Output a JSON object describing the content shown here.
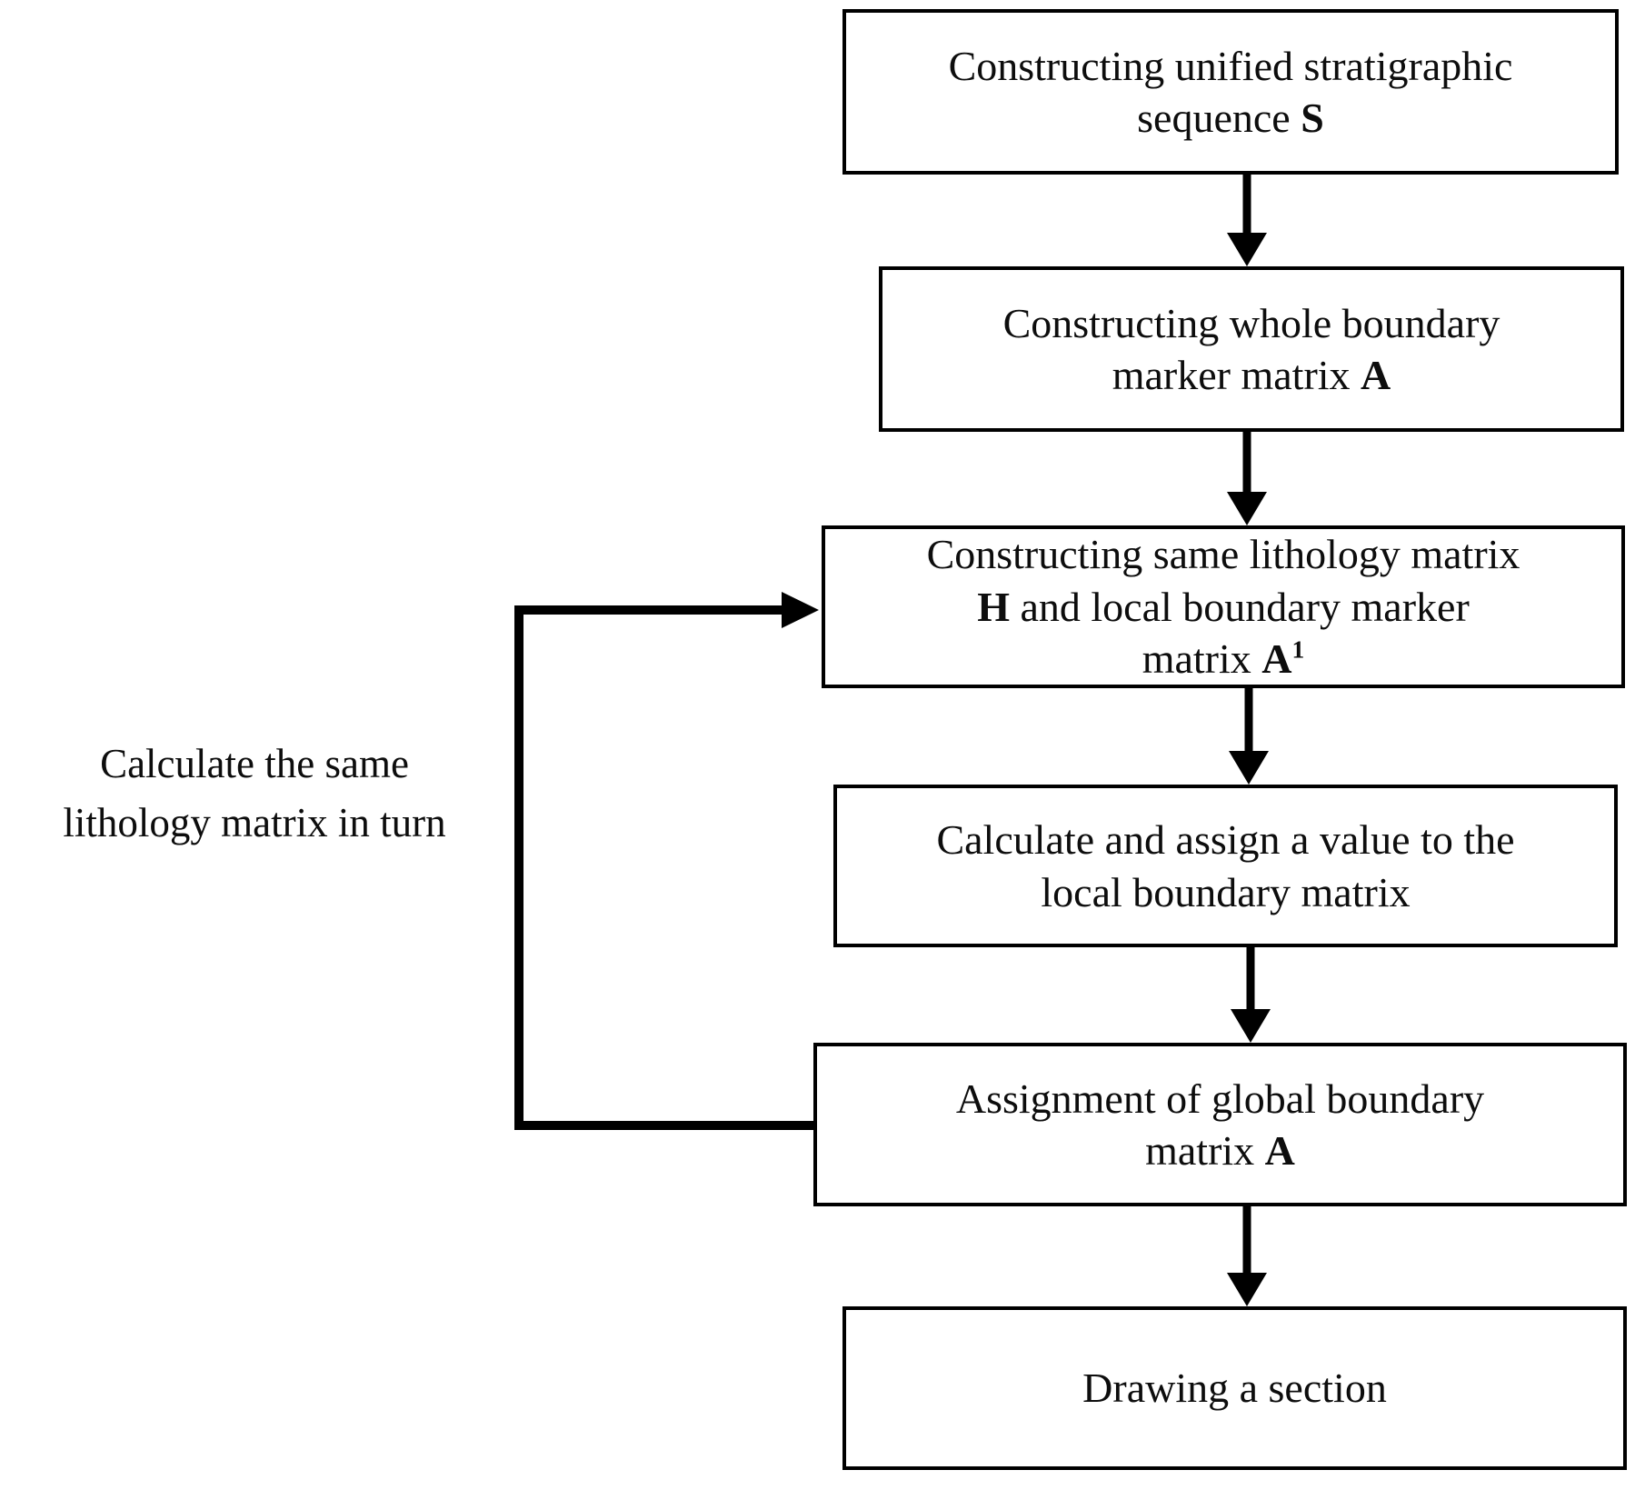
{
  "figure": {
    "background_color": "#ffffff",
    "line_color": "#000000",
    "text_color": "#0d0d0d"
  },
  "boxes": {
    "b1": {
      "lines": [
        [
          {
            "text": "Constructing unified stratigraphic"
          }
        ],
        [
          {
            "text": "sequence "
          },
          {
            "text": "S",
            "bold": true
          }
        ]
      ]
    },
    "b2": {
      "lines": [
        [
          {
            "text": "Constructing whole boundary"
          }
        ],
        [
          {
            "text": "marker matrix "
          },
          {
            "text": "A",
            "bold": true
          }
        ]
      ]
    },
    "b3": {
      "lines": [
        [
          {
            "text": "Constructing same lithology matrix"
          }
        ],
        [
          {
            "text": "H",
            "bold": true
          },
          {
            "text": " and local boundary marker"
          }
        ],
        [
          {
            "text": "matrix "
          },
          {
            "text": "A",
            "bold": true
          },
          {
            "text": "1",
            "bold": true,
            "sup": true
          }
        ]
      ]
    },
    "b4": {
      "lines": [
        [
          {
            "text": "Calculate and assign a value to the"
          }
        ],
        [
          {
            "text": "local boundary matrix"
          }
        ]
      ]
    },
    "b5": {
      "lines": [
        [
          {
            "text": "Assignment of global boundary"
          }
        ],
        [
          {
            "text": "matrix "
          },
          {
            "text": "A",
            "bold": true
          }
        ]
      ]
    },
    "b6": {
      "lines": [
        [
          {
            "text": "Drawing a section"
          }
        ]
      ]
    }
  },
  "side_label": {
    "lines": [
      [
        {
          "text": "Calculate the same"
        }
      ],
      [
        {
          "text": "lithology matrix in turn"
        }
      ]
    ]
  },
  "edges": [
    {
      "from": "box-1",
      "to": "box-2",
      "type": "down-arrow"
    },
    {
      "from": "box-2",
      "to": "box-3",
      "type": "down-arrow"
    },
    {
      "from": "box-3",
      "to": "box-4",
      "type": "down-arrow"
    },
    {
      "from": "box-4",
      "to": "box-5",
      "type": "down-arrow"
    },
    {
      "from": "box-5",
      "to": "box-6",
      "type": "down-arrow"
    },
    {
      "from": "box-5",
      "to": "box-3",
      "type": "feedback-loop-left"
    }
  ]
}
